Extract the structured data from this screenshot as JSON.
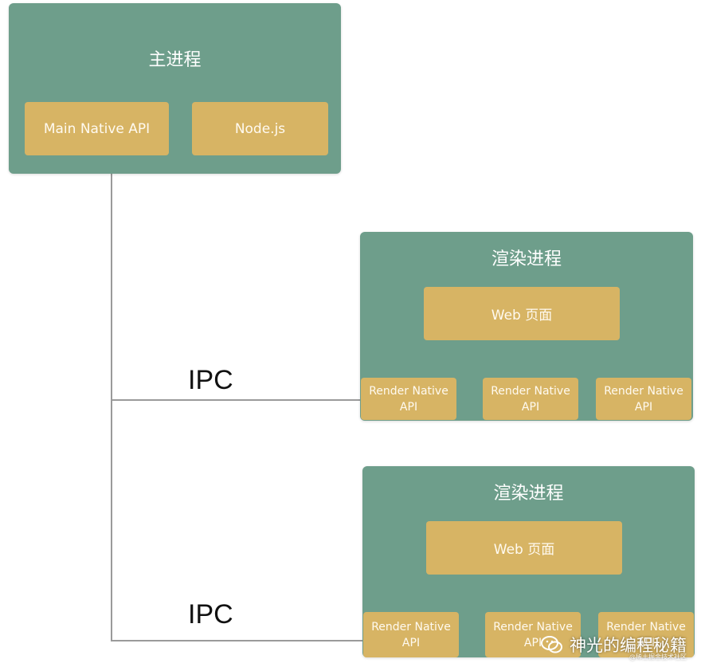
{
  "main_process": {
    "title": "主进程",
    "modules": [
      "Main Native API",
      "Node.js"
    ]
  },
  "renderer_processes": [
    {
      "title": "渲染进程",
      "web_page": "Web 页面",
      "native_apis": [
        {
          "line1": "Render Native",
          "line2": "API"
        },
        {
          "line1": "Render Native",
          "line2": "API"
        },
        {
          "line1": "Render Native",
          "line2": "API"
        }
      ]
    },
    {
      "title": "渲染进程",
      "web_page": "Web 页面",
      "native_apis": [
        {
          "line1": "Render Native",
          "line2": "API"
        },
        {
          "line1": "Render Native",
          "line2": "API"
        },
        {
          "line1": "Render Native",
          "line2": "API"
        }
      ]
    }
  ],
  "ipc_labels": [
    "IPC",
    "IPC"
  ],
  "watermark": {
    "text": "神光的编程秘籍",
    "subtext": "@稀土掘金技术社区",
    "icon": "wechat-icon"
  },
  "colors": {
    "process_bg": "#6e9e8b",
    "module_bg": "#d7b464",
    "connector": "#9a9a9a"
  }
}
